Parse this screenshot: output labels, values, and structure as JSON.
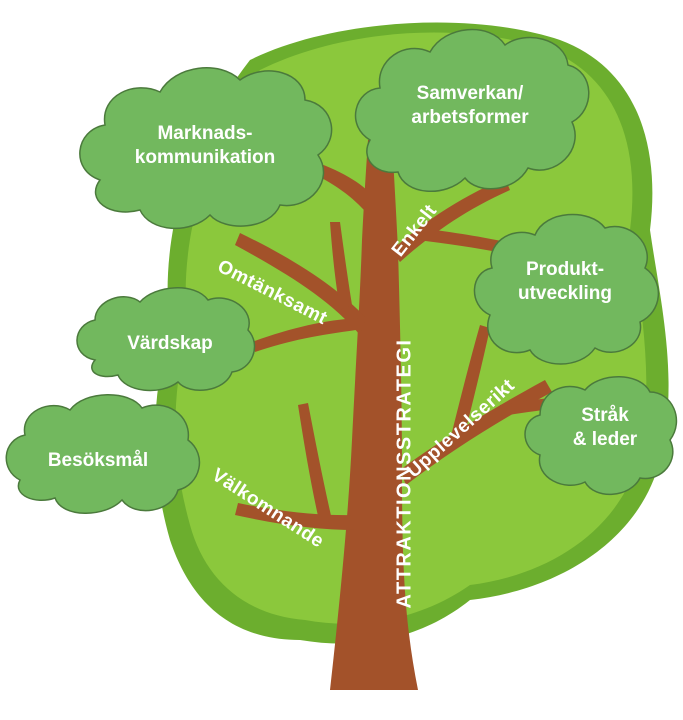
{
  "colors": {
    "canopy_light": "#8bc83c",
    "canopy_dark": "#6cae2e",
    "cloud_fill": "#72b85e",
    "cloud_stroke": "#4b7a3c",
    "trunk": "#a3522a",
    "text": "#ffffff"
  },
  "trunk_label": "ATTRAKTIONSSTRATEGI",
  "branches": {
    "omtanksamt": "Omtänksamt",
    "enkelt": "Enkelt",
    "upplevelserikt": "Upplevelserikt",
    "valkomnande": "Välkomnande"
  },
  "clouds": {
    "marknad": {
      "line1": "Marknads-",
      "line2": "kommunikation"
    },
    "samverkan": {
      "line1": "Samverkan/",
      "line2": "arbetsformer"
    },
    "produkt": {
      "line1": "Produkt-",
      "line2": "utveckling"
    },
    "vardskap": {
      "line1": "Värdskap"
    },
    "besoksmal": {
      "line1": "Besöksmål"
    },
    "strak": {
      "line1": "Stråk",
      "line2": "& leder"
    }
  }
}
